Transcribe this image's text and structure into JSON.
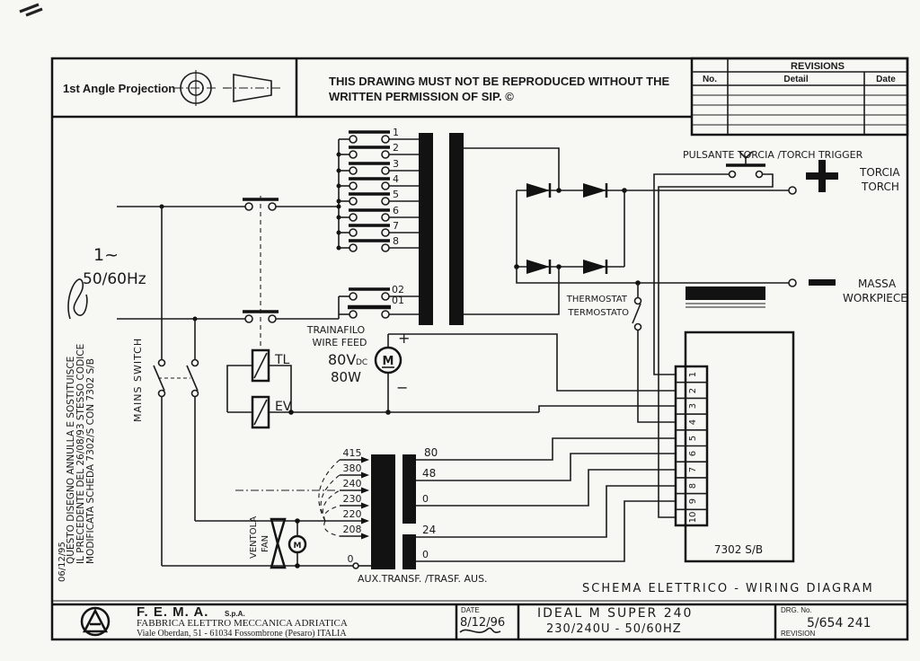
{
  "header": {
    "projection_label": "1st Angle Projection",
    "notice": [
      "THIS DRAWING MUST NOT BE REPRODUCED WITHOUT THE",
      "WRITTEN PERMISSION OF SIP. ©"
    ],
    "revisions": {
      "title": "REVISIONS",
      "columns": [
        "No.",
        "Detail",
        "Date"
      ]
    }
  },
  "diagram": {
    "supply": {
      "phase": "1~",
      "freq": "50/60Hz"
    },
    "mains_switch_label": "MAINS SWITCH",
    "margin_note": {
      "date": "06/12/95",
      "lines": [
        "QUESTO DISEGNO ANNULLA E SOSTITUISCE",
        "IL PRECEDENTE DEL 26/08/93 STESSO CODICE",
        "MODIFICATA SCHEDA 7302/S CON 7302 S/B"
      ]
    },
    "primary_taps": [
      "1",
      "2",
      "3",
      "4",
      "5",
      "6",
      "7",
      "8",
      "02",
      "01"
    ],
    "torch": {
      "trigger_label": "PULSANTE TORCIA /TORCH TRIGGER",
      "plus_name": "TORCIA",
      "plus_name_en": "TORCH",
      "minus_name": "MASSA",
      "minus_name_en": "WORKPIECE"
    },
    "thermostat": {
      "en": "THERMOSTAT",
      "it": "TERMOSTATO"
    },
    "wire_feed": {
      "it": "TRAINAFILO",
      "en": "WIRE FEED",
      "voltage": "80V",
      "voltage_sub": "DC",
      "power": "80W",
      "motor": "M",
      "plus": "+",
      "minus": "−"
    },
    "relays": {
      "tl": "TL",
      "ev": "EV"
    },
    "fan": {
      "it": "VENTOLA",
      "en": "FAN",
      "motor": "M"
    },
    "aux_transformer": {
      "label": "AUX.TRANSF. /TRASF. AUS.",
      "primary_taps": [
        "415",
        "380",
        "240",
        "230",
        "220",
        "208",
        "0"
      ],
      "secondary_top": [
        "80",
        "48",
        "0"
      ],
      "secondary_bottom": [
        "24",
        "0"
      ]
    },
    "pcb": {
      "terminals": [
        "1",
        "2",
        "3",
        "4",
        "5",
        "6",
        "7",
        "8",
        "9",
        "10"
      ],
      "code": "7302 S/B"
    },
    "caption": "SCHEMA ELETTRICO - WIRING DIAGRAM"
  },
  "title_block": {
    "company": {
      "name": "F. E. M. A.",
      "suffix": "S.p.A.",
      "line1": "FABBRICA ELETTRO MECCANICA ADRIATICA",
      "line2": "Viale Oberdan, 51 - 61034 Fossombrone (Pesaro) ITALIA"
    },
    "date": {
      "label": "DATE",
      "value": "8/12/96"
    },
    "model": {
      "line1": "IDEAL M SUPER 240",
      "line2": "230/240U - 50/60HZ"
    },
    "drg": {
      "label": "DRG. No.",
      "value": "5/654 241",
      "revision_label": "REVISION"
    }
  },
  "colors": {
    "ink": "#1c1c1c",
    "paper": "#f7f7f4"
  }
}
